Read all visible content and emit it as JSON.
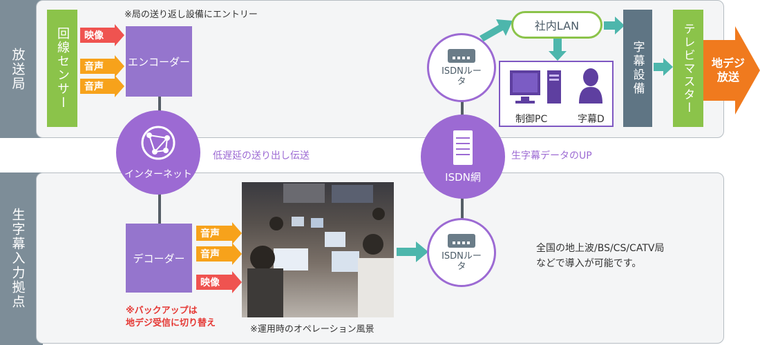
{
  "broadcast_station": {
    "label": "放送局",
    "line_sensor": "回線センサー",
    "encoder": "エンコーダー",
    "note_top": "※局の送り返し設備にエントリー",
    "tags": [
      "映像",
      "音声",
      "音声"
    ],
    "lan": "社内LAN",
    "control_pc": "制御PC",
    "caption_d": "字幕D",
    "subtitle_equipment": "字幕設備",
    "tv_master": "テレビマスター",
    "output": "地デジ放送"
  },
  "network": {
    "internet": "インターネット",
    "low_latency": "低遅延の送り出し伝送",
    "isdn_net": "ISDN網",
    "live_caption_up": "生字幕データのUP",
    "isdn_router_top": "ISDNルータ",
    "isdn_router_bottom": "ISDNルータ"
  },
  "input_site": {
    "label": "生字幕入力拠点",
    "decoder": "デコーダー",
    "tags": [
      "音声",
      "音声",
      "映像"
    ],
    "backup_note_1": "※バックアップは",
    "backup_note_2": "地デジ受信に切り替え",
    "photo_caption": "※運用時のオペレーション風景",
    "info_line_1": "全国の地上波/BS/CS/CATV局",
    "info_line_2": "などで導入が可能です。"
  },
  "colors": {
    "band": "#7d8d98",
    "green": "#8bc34a",
    "purple": "#9c6ad3",
    "orange": "#f7a21b",
    "red": "#ef5350",
    "teal": "#4db6ac",
    "slate": "#5f7584",
    "output_orange": "#f07a1e"
  },
  "icons": [
    "globe-network-icon",
    "router-icon",
    "server-icon",
    "monitor-icon",
    "person-icon"
  ]
}
